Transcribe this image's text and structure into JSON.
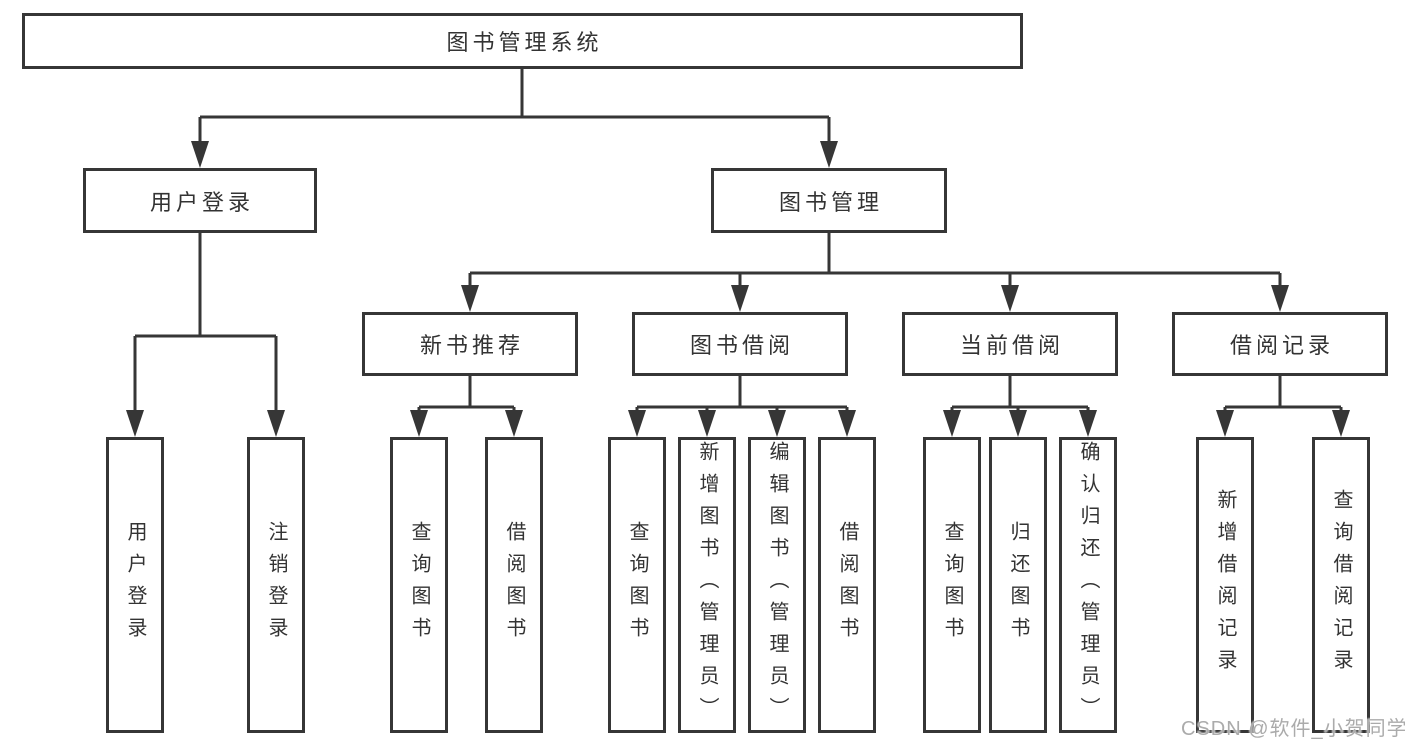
{
  "tree": {
    "root": {
      "label": "图书管理系统",
      "children": [
        {
          "label": "用户登录",
          "children": [
            {
              "label": "用户登录"
            },
            {
              "label": "注销登录"
            }
          ]
        },
        {
          "label": "图书管理",
          "children": [
            {
              "label": "新书推荐",
              "children": [
                {
                  "label": "查询图书"
                },
                {
                  "label": "借阅图书"
                }
              ]
            },
            {
              "label": "图书借阅",
              "children": [
                {
                  "label": "查询图书"
                },
                {
                  "label": "新增图书（管理员）"
                },
                {
                  "label": "编辑图书（管理员）"
                },
                {
                  "label": "借阅图书"
                }
              ]
            },
            {
              "label": "当前借阅",
              "children": [
                {
                  "label": "查询图书"
                },
                {
                  "label": "归还图书"
                },
                {
                  "label": "确认归还（管理员）"
                }
              ]
            },
            {
              "label": "借阅记录",
              "children": [
                {
                  "label": "新增借阅记录"
                },
                {
                  "label": "查询借阅记录"
                }
              ]
            }
          ]
        }
      ]
    }
  },
  "watermark": {
    "text": "CSDN @软件_小贺同学"
  },
  "colors": {
    "line": "#363636",
    "box_border": "#363636",
    "text": "#333333",
    "watermark_text": "#ABABAB",
    "background": "#FFFFFF"
  }
}
